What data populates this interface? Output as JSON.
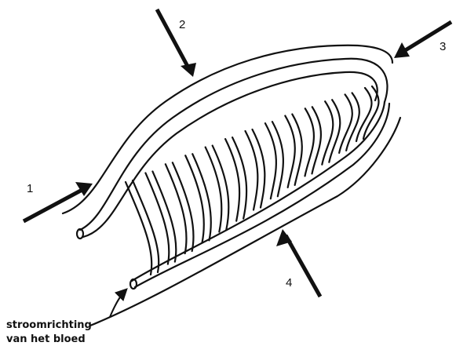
{
  "labels": {
    "arrow_1": "1",
    "arrow_2": "2",
    "arrow_3": "3",
    "arrow_4": "4"
  },
  "caption": {
    "line1": "stroomrichting",
    "line2": "van het bloed"
  },
  "icons": {
    "arrows": "arrow-icon",
    "flow": "flow-arrow-icon"
  },
  "colors": {
    "ink": "#111111",
    "background": "#ffffff"
  }
}
